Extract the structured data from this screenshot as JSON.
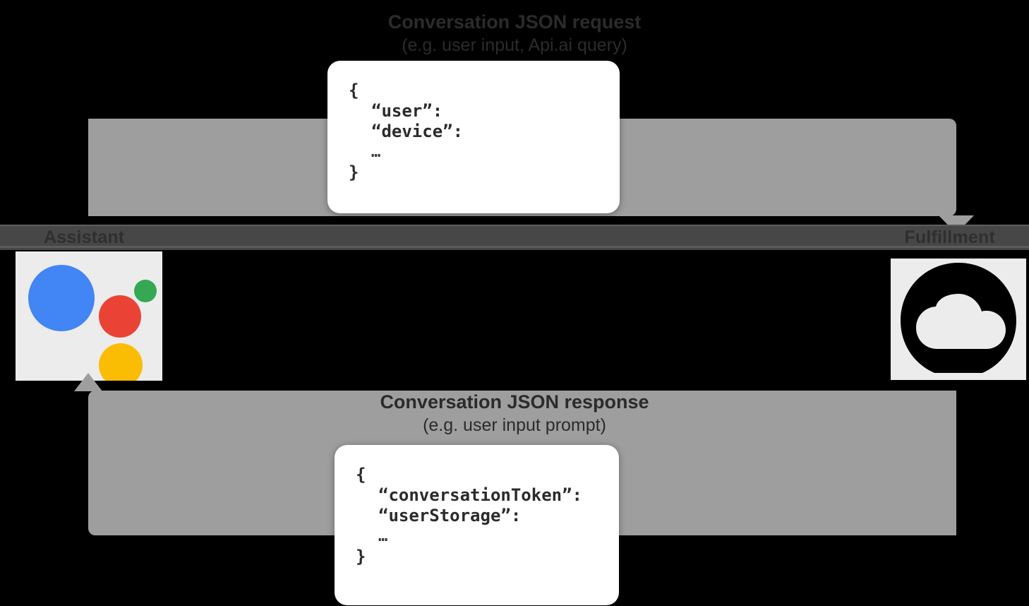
{
  "diagram": {
    "title": "Conversation request and response flow",
    "background_color": "#000000",
    "arrow_color": "#9e9e9e",
    "lane_color": "#474747"
  },
  "request": {
    "caption_title": "Conversation JSON request",
    "caption_subtitle": "(e.g. user input, Api.ai query)",
    "json_lines": [
      "{",
      "“user”:",
      "“device”:",
      "…",
      "}"
    ]
  },
  "response": {
    "caption_title": "Conversation JSON response",
    "caption_subtitle": "(e.g. user input prompt)",
    "json_lines": [
      "{",
      "“conversationToken”:",
      "“userStorage”:",
      "…",
      "}"
    ]
  },
  "endpoints": {
    "left": {
      "label": "Assistant",
      "icon": "google-assistant-icon",
      "icon_colors": {
        "blue": "#4285f4",
        "red": "#ea4335",
        "green": "#34a853",
        "yellow": "#fbbc04"
      },
      "tile_background": "#ececec"
    },
    "right": {
      "label": "Fulfillment",
      "icon": "cloud-functions-icon",
      "icon_color": "#000000",
      "tile_background": "#ececec"
    }
  }
}
